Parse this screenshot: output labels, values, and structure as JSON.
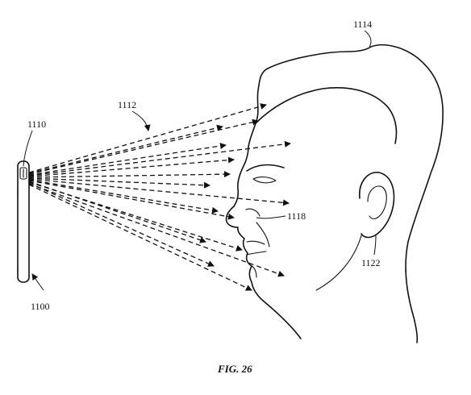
{
  "figure": {
    "caption": "FIG. 26",
    "labels": {
      "device": "1100",
      "sensor": "1110",
      "light_pattern": "1112",
      "head": "1114",
      "nose": "1118",
      "ear": "1122"
    }
  },
  "colors": {
    "ink": "#111111",
    "background": "#ffffff"
  }
}
